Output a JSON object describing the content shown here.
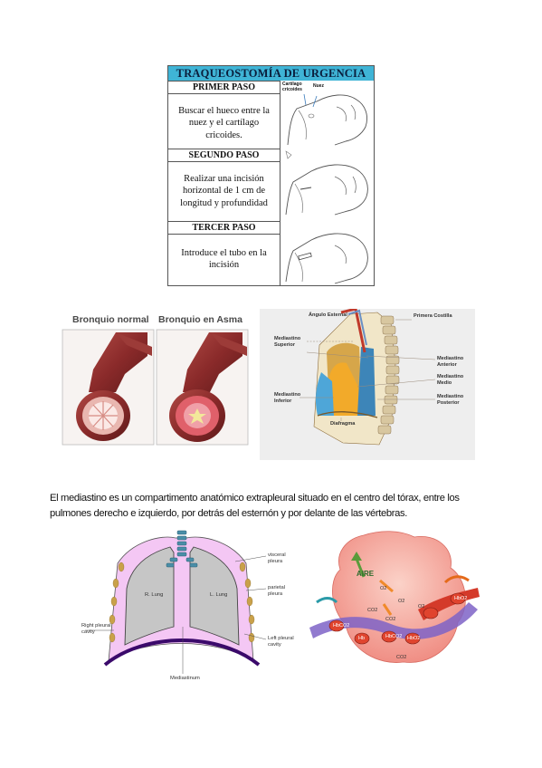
{
  "tracheostomy": {
    "title": "TRAQUEOSTOMÍA DE URGENCIA",
    "steps": [
      {
        "heading": "PRIMER PASO",
        "text": "Buscar el hueco entre la nuez y el cartílago cricoides."
      },
      {
        "heading": "SEGUNDO PASO",
        "text": "Realizar una incisión horizontal de 1 cm de longitud y profundidad"
      },
      {
        "heading": "TERCER PASO",
        "text": "Introduce el tubo en la incisión"
      }
    ],
    "figure_labels": {
      "cricoid": "Cartílago cricoides",
      "nuez": "Nuez"
    }
  },
  "bronchi": {
    "normal_label": "Bronquio normal",
    "asthma_label": "Bronquio en Asma"
  },
  "mediastinum_figure": {
    "labels": {
      "angulo_esternal": "Ángulo Esternal",
      "primera_costilla": "Primera Costilla",
      "superior": "Mediastino Superior",
      "anterior": "Mediastino Anterior",
      "medio": "Mediastino Medio",
      "inferior": "Mediastino Inferior",
      "posterior": "Mediastino Posterior",
      "diafragma": "Diafragma"
    }
  },
  "paragraph": "El mediastino es un compartimento anatómico extrapleural situado en el centro del tórax, entre los pulmones derecho e izquierdo, por detrás del esternón y por delante de las vértebras.",
  "chest_figure": {
    "labels": {
      "visceral": "visceral pleura",
      "parietal": "parietal pleura",
      "r_lung": "R. Lung",
      "l_lung": "L. Lung",
      "right_cavity": "Right pleural cavity",
      "left_cavity": "Left pleural cavity",
      "mediastinum": "Mediastinum"
    }
  },
  "alveolus_figure": {
    "labels": {
      "aire": "AIRE",
      "o2": "O2",
      "co2": "CO2",
      "hb": "Hb",
      "hbo2": "HbO2",
      "hbco2": "HbCO2"
    }
  }
}
